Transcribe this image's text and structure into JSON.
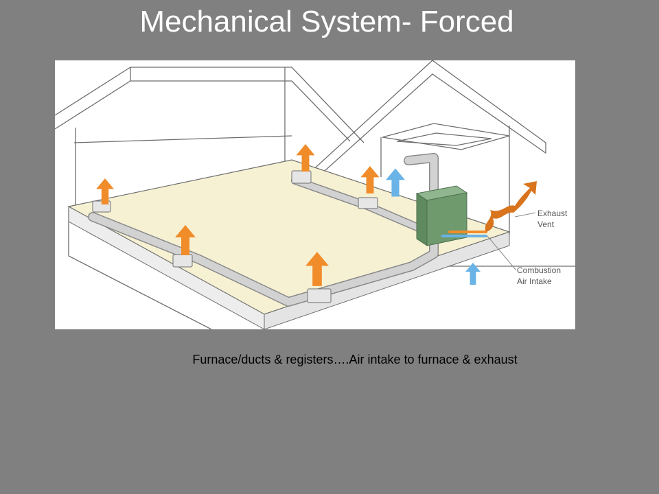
{
  "slide": {
    "title": "Mechanical System- Forced",
    "caption": "Furnace/ducts & registers….Air intake to furnace & exhaust"
  },
  "diagram": {
    "labels": {
      "exhaust_line1": "Exhaust",
      "exhaust_line2": "Vent",
      "combustion_line1": "Combustion",
      "combustion_line2": "Air Intake"
    },
    "colors": {
      "warm_air": "#f08c2a",
      "cool_air": "#6ab3e6",
      "floor": "#f6f1d3",
      "duct": "#cfcfcf",
      "furnace": "#6e9a6e",
      "exhaust_smoke": "#d8741e",
      "lines": "#6d6d6d"
    },
    "icons": [
      "warm-air-arrow-icon",
      "cool-air-arrow-icon",
      "furnace-icon",
      "exhaust-smoke-icon",
      "register-icon"
    ]
  }
}
